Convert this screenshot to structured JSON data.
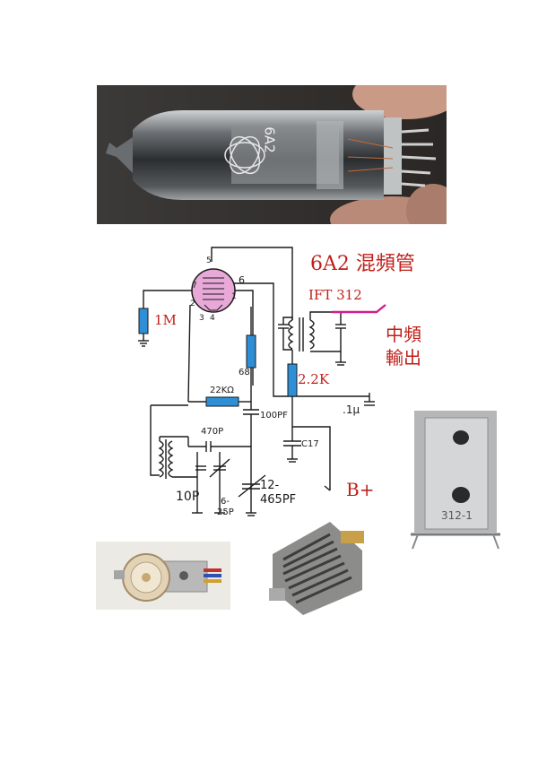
{
  "photos": {
    "tube": {
      "marking": "6A2"
    },
    "ift": {
      "marking": "312-1"
    }
  },
  "schematic": {
    "title": "6A2 混頻管",
    "ift_label": "IFT 312",
    "if_output_line1": "中頻",
    "if_output_line2": "輸出",
    "bplus": "B+",
    "r_1m": "1M",
    "r_22k": "22KΩ",
    "r_68": "68",
    "r_2_2k": "2.2K",
    "c_100pf": "100PF",
    "c_470p": "470P",
    "c_01u": ".1μ",
    "c_c17": "C17",
    "c_10p": "10P",
    "c_trim_line1": "6-",
    "c_trim_line2": "25P",
    "c_var_line1": "12-",
    "c_var_line2": "465PF",
    "pin_5": "5",
    "pin_6": "6",
    "pin_7": "7",
    "pin_1": "1",
    "pin_2": "2",
    "pin_3": "3",
    "pin_4": "4"
  },
  "colors": {
    "accent_red": "#c0201a",
    "resistor_blue": "#2f8fd6",
    "tube_pink": "#e8a8d8",
    "output_magenta": "#d0208a"
  }
}
